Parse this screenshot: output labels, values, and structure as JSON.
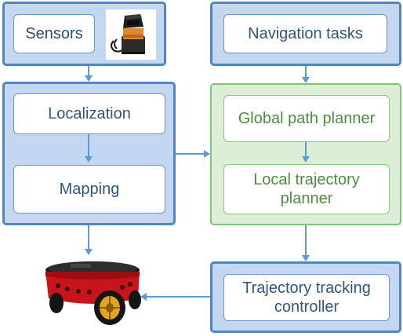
{
  "diagram": {
    "sensors": "Sensors",
    "navigation_tasks": "Navigation tasks",
    "localization": "Localization",
    "mapping": "Mapping",
    "global_path_planner": "Global path planner",
    "local_trajectory_planner_line1": "Local trajectory",
    "local_trajectory_planner_line2": "planner",
    "trajectory_tracking_controller_line1": "Trajectory tracking",
    "trajectory_tracking_controller_line2": "controller"
  },
  "colors": {
    "blue_panel_fill": "#c4d7f0",
    "blue_panel_border": "#4f86c6",
    "green_panel_fill": "#dcefd6",
    "green_panel_border": "#7fc47a",
    "arrow": "#5b9bd5",
    "robot_body": "#c8141a"
  },
  "icons": [
    "lidar-sensor-image",
    "mobile-robot-image"
  ]
}
